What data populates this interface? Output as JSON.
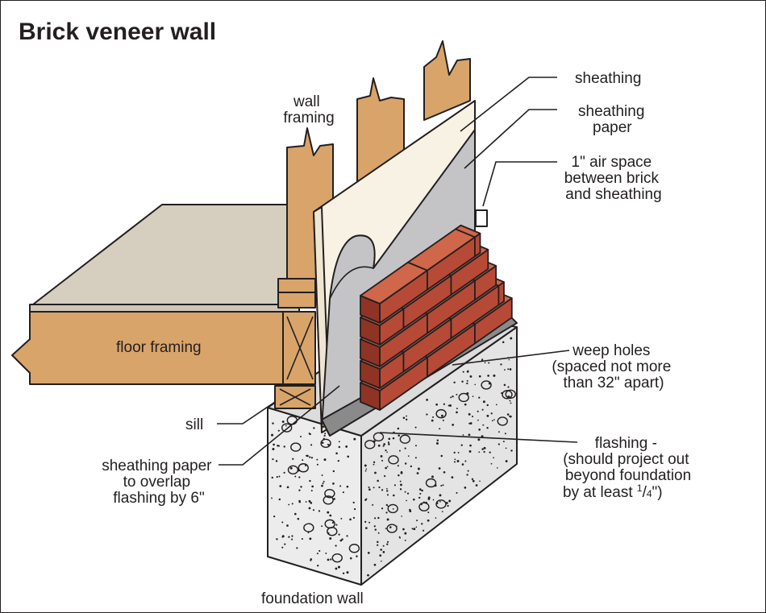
{
  "title": "Brick veneer wall",
  "labels": {
    "wall_framing": [
      "wall",
      "framing"
    ],
    "sheathing": [
      "sheathing"
    ],
    "sheathing_paper": [
      "sheathing",
      "paper"
    ],
    "air_space": [
      "1\" air space",
      "between brick",
      "and sheathing"
    ],
    "floor_framing": [
      "floor framing"
    ],
    "weep_holes": [
      "weep holes",
      "(spaced not more",
      "than 32\" apart)"
    ],
    "sill": [
      "sill"
    ],
    "overlap": [
      "sheathing paper",
      "to overlap",
      "flashing by 6\""
    ],
    "flashing": {
      "lines": [
        "flashing -",
        "(should project out",
        "beyond foundation"
      ],
      "last_prefix": "by at least ",
      "frac_num": "1",
      "frac_den": "4",
      "last_suffix": "\")"
    },
    "foundation_wall": [
      "foundation wall"
    ]
  },
  "colors": {
    "wood": "#d9a46a",
    "floor_top": "#d6cfc0",
    "sheathing": "#f8f2e4",
    "paper": "#c4c4c6",
    "brick": "#b64a36",
    "brick_top": "#d0664a",
    "brick_side": "#8f3424",
    "concrete": "#ececec",
    "flashing": "#8a8a8a",
    "outline": "#231f20"
  }
}
